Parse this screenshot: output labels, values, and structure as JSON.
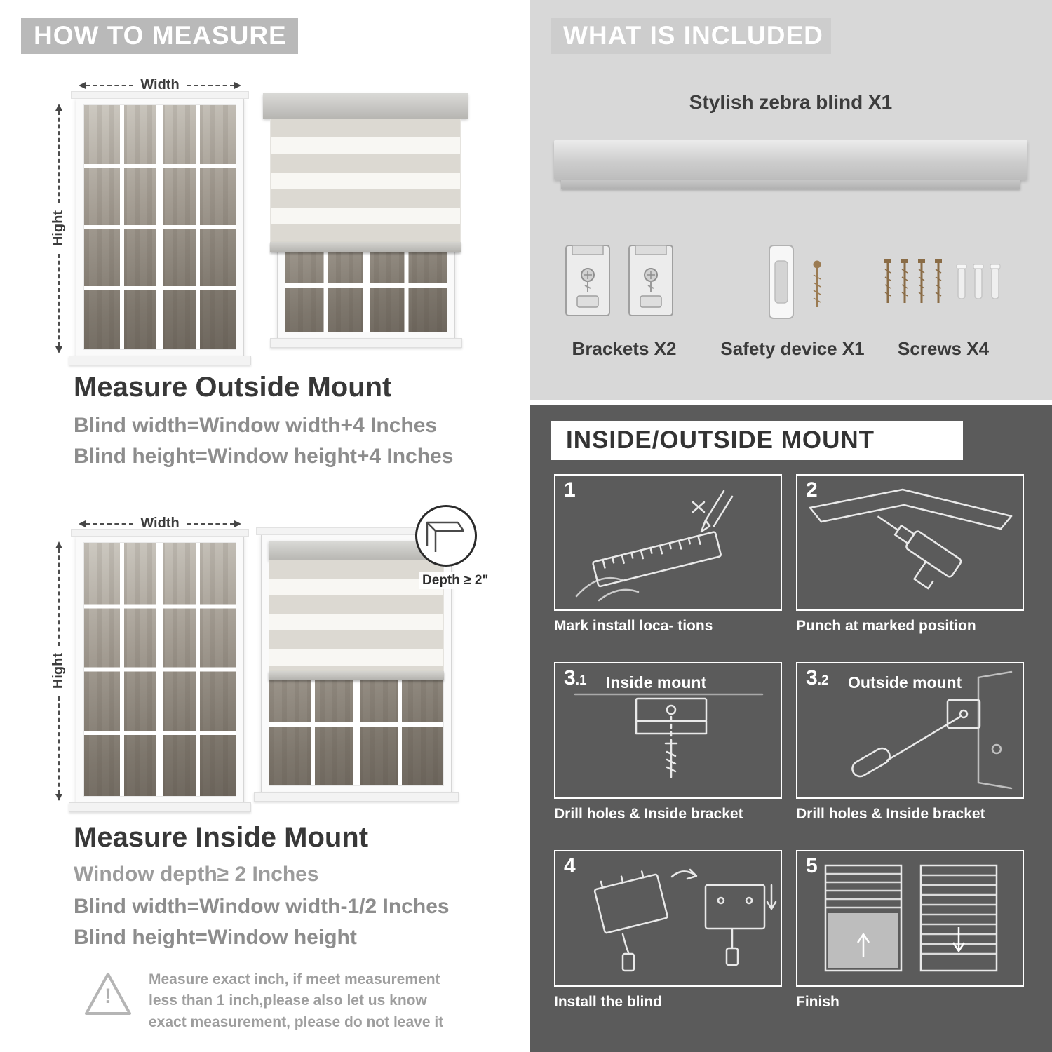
{
  "left": {
    "header": "HOW TO MEASURE",
    "outside": {
      "width_label": "Width",
      "height_label": "Hight",
      "title": "Measure Outside Mount",
      "line1": "Blind width=Window width+4 Inches",
      "line2": "Blind height=Window height+4 Inches"
    },
    "inside": {
      "width_label": "Width",
      "height_label": "Hight",
      "depth_label": "Depth ≥ 2\"",
      "title": "Measure Inside Mount",
      "line1": "Window depth≥ 2 Inches",
      "line2": "Blind width=Window width-1/2 Inches",
      "line3": "Blind height=Window height"
    },
    "warning": {
      "mark": "!",
      "text": "Measure exact inch, if meet measurement less than 1 inch,please also let us know exact measurement, please do not leave it"
    }
  },
  "included": {
    "header": "WHAT IS INCLUDED",
    "blind_label": "Stylish zebra blind X1",
    "items": [
      {
        "label": "Brackets X2"
      },
      {
        "label": "Safety device X1"
      },
      {
        "label": "Screws X4"
      }
    ]
  },
  "mount": {
    "header": "INSIDE/OUTSIDE MOUNT",
    "steps": [
      {
        "num": "1",
        "sub": "",
        "label": "",
        "caption": "Mark install loca- tions"
      },
      {
        "num": "2",
        "sub": "",
        "label": "",
        "caption": "Punch at  marked position"
      },
      {
        "num": "3",
        "sub": ".1",
        "label": "Inside mount",
        "caption": "Drill holes &  Inside bracket"
      },
      {
        "num": "3",
        "sub": ".2",
        "label": "Outside mount",
        "caption": "Drill holes &  Inside bracket"
      },
      {
        "num": "4",
        "sub": "",
        "label": "",
        "caption": "Install the blind"
      },
      {
        "num": "5",
        "sub": "",
        "label": "",
        "caption": "Finish"
      }
    ]
  },
  "colors": {
    "banner_gray": "#b9b9b9",
    "panel_light": "#d8d8d8",
    "panel_dark": "#5b5b5b",
    "text_dark": "#3a3a3a",
    "text_gray": "#8e8e8e",
    "stripe_gray": "#dcd9d2",
    "stripe_white": "#f8f7f3"
  }
}
